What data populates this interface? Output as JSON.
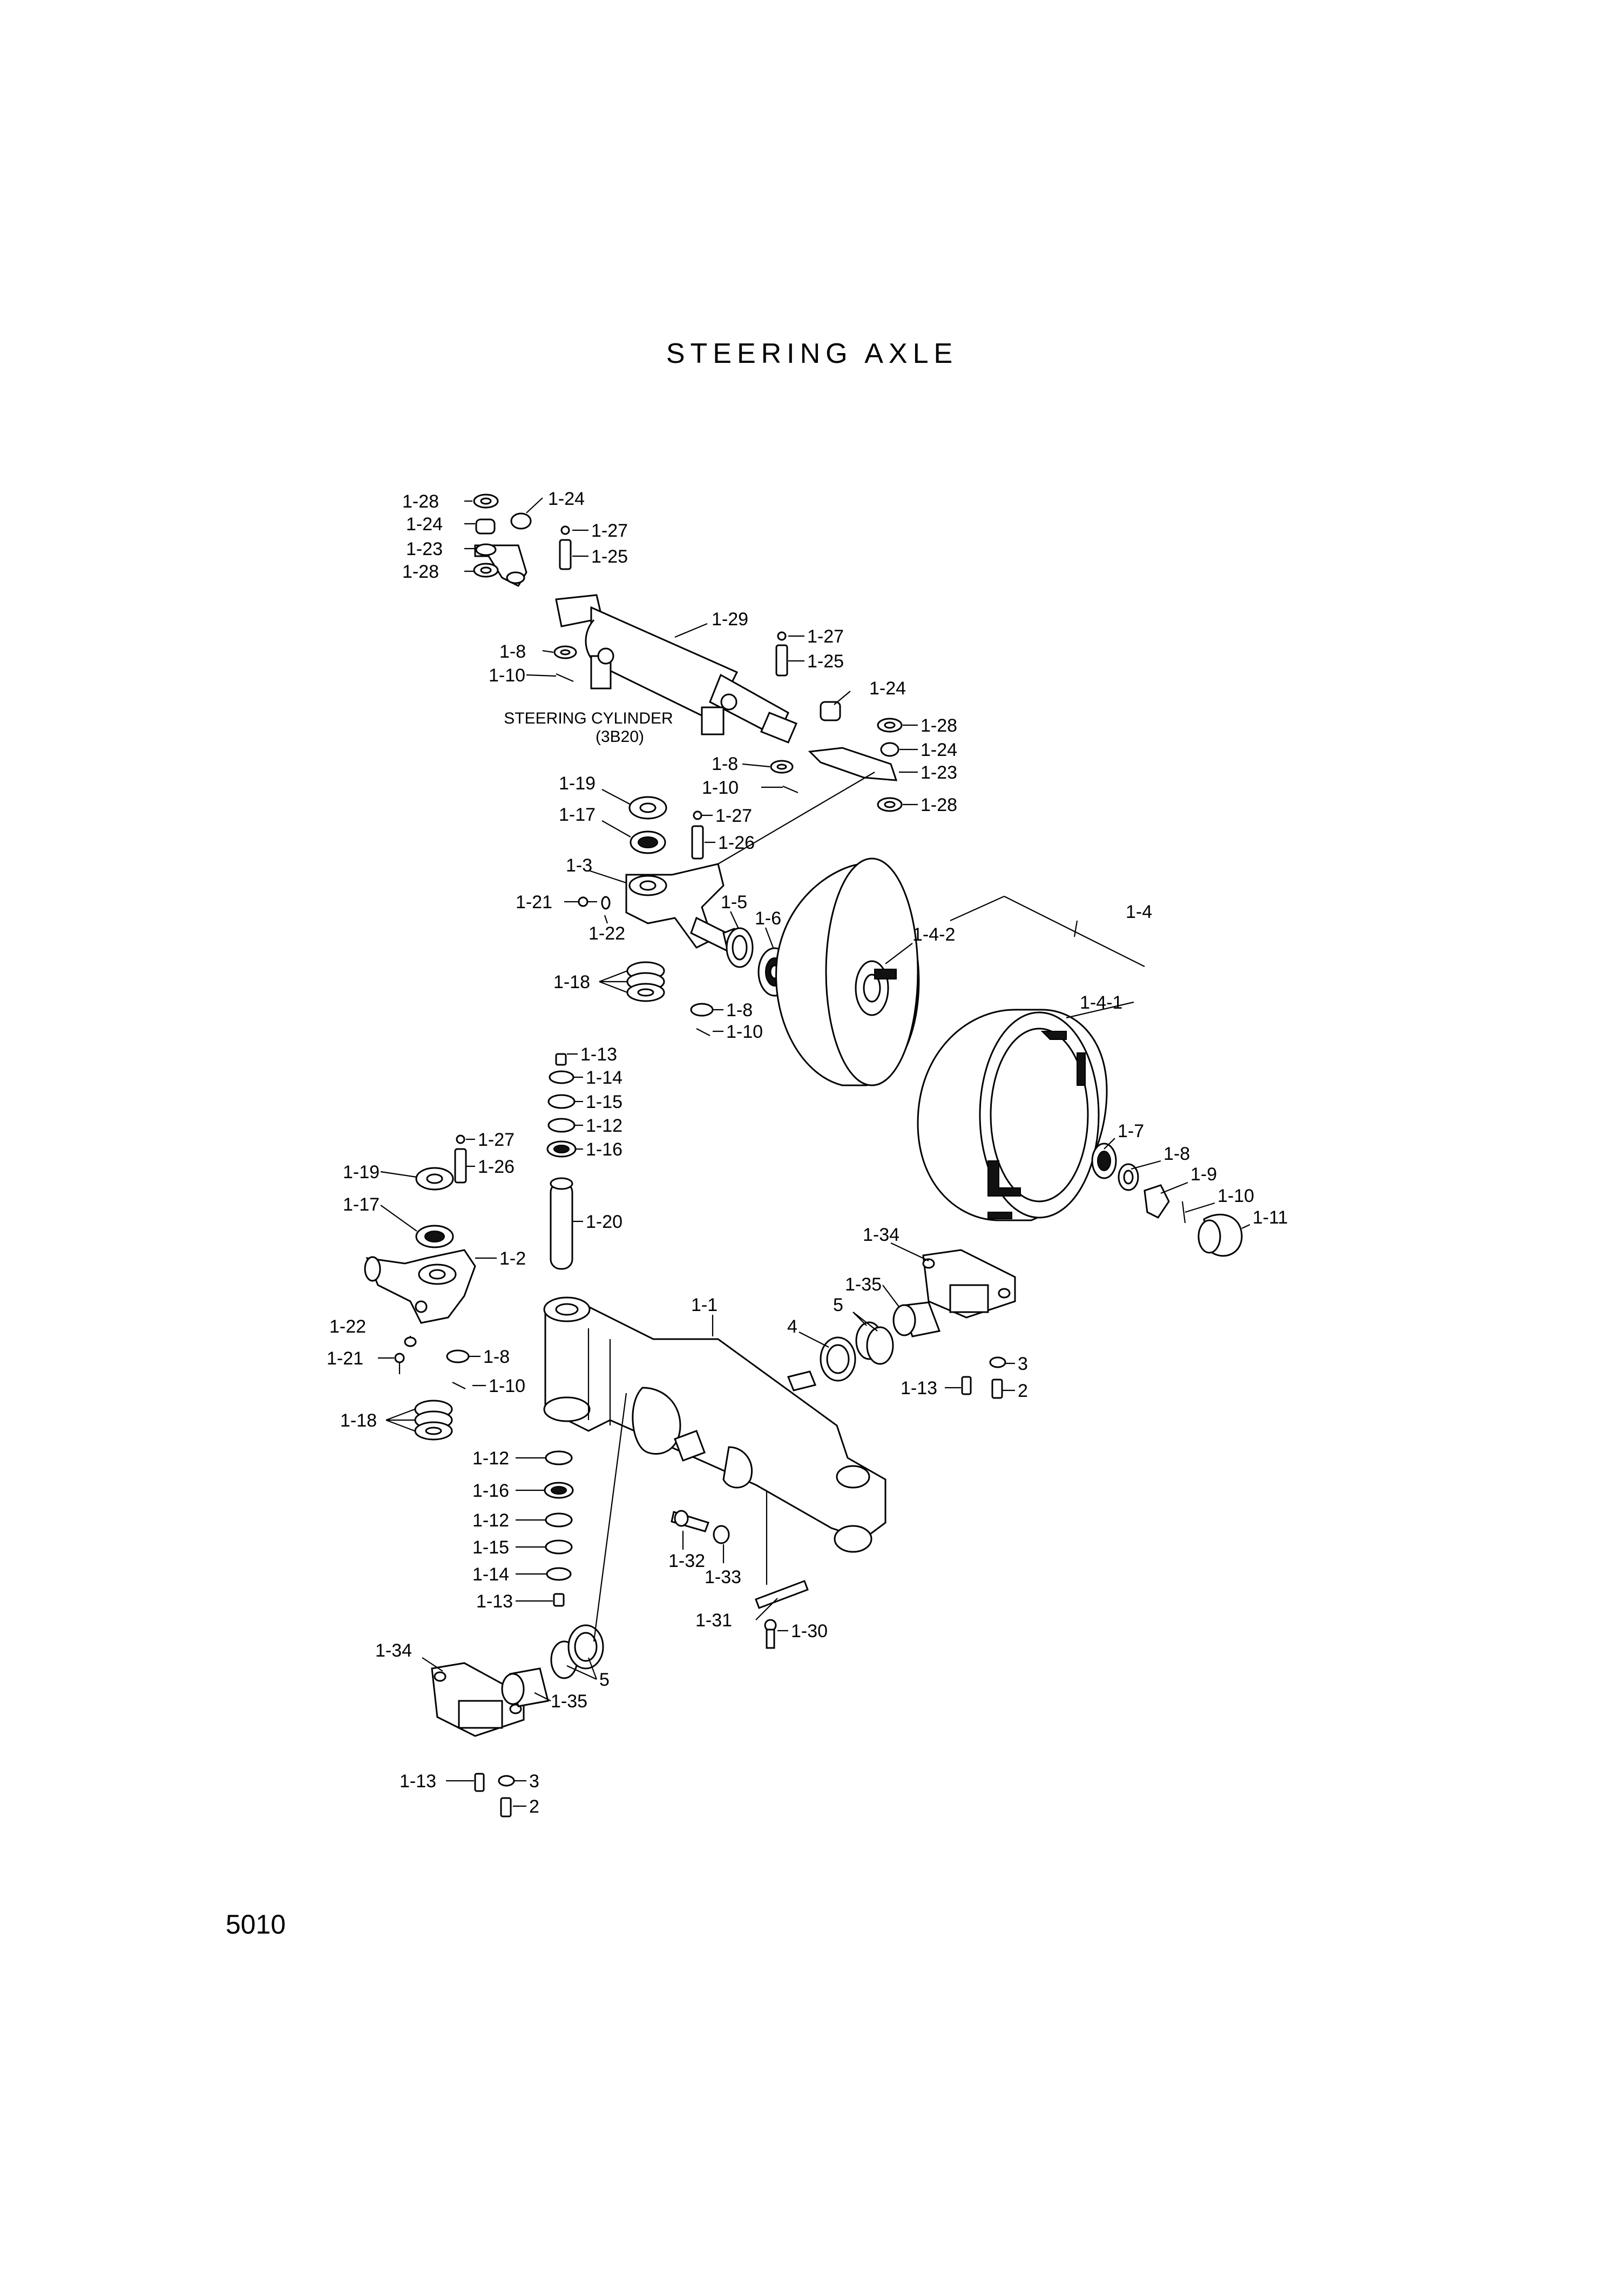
{
  "title": "STEERING AXLE",
  "page_number": "5010",
  "cylinder_label": {
    "line1": "STEERING CYLINDER",
    "line2": "(3B20)"
  },
  "callouts": {
    "c01": "1-28",
    "c02": "1-24",
    "c03": "1-24",
    "c04": "1-23",
    "c05": "1-28",
    "c06": "1-27",
    "c07": "1-25",
    "c08": "1-29",
    "c09": "1-8",
    "c10": "1-10",
    "c11": "1-27",
    "c12": "1-25",
    "c13": "1-24",
    "c14": "1-28",
    "c15": "1-24",
    "c16": "1-8",
    "c17": "1-23",
    "c18": "1-10",
    "c19": "1-28",
    "c20": "1-19",
    "c21": "1-27",
    "c22": "1-17",
    "c23": "1-26",
    "c24": "1-3",
    "c25": "1-4",
    "c26": "1-21",
    "c27": "1-5",
    "c28": "1-6",
    "c29": "1-4-2",
    "c30": "1-22",
    "c31": "1-18",
    "c32": "1-8",
    "c33": "1-4-1",
    "c34": "1-10",
    "c35": "1-13",
    "c36": "1-14",
    "c37": "1-15",
    "c38": "1-12",
    "c39": "1-27",
    "c40": "1-7",
    "c41": "1-16",
    "c42": "1-8",
    "c43": "1-19",
    "c44": "1-26",
    "c45": "1-9",
    "c46": "1-10",
    "c47": "1-11",
    "c48": "1-17",
    "c49": "1-20",
    "c50": "1-34",
    "c51": "1-2",
    "c52": "1-35",
    "c53": "1-1",
    "c54": "5",
    "c55": "1-22",
    "c56": "4",
    "c57": "1-21",
    "c58": "1-8",
    "c59": "3",
    "c60": "1-10",
    "c61": "1-13",
    "c62": "2",
    "c63": "1-18",
    "c64": "1-12",
    "c65": "1-16",
    "c66": "1-12",
    "c67": "1-15",
    "c68": "1-32",
    "c69": "1-14",
    "c70": "1-33",
    "c71": "1-13",
    "c72": "1-31",
    "c73": "1-30",
    "c74": "1-34",
    "c75": "5",
    "c76": "1-35",
    "c77": "1-13",
    "c78": "3",
    "c79": "2"
  }
}
